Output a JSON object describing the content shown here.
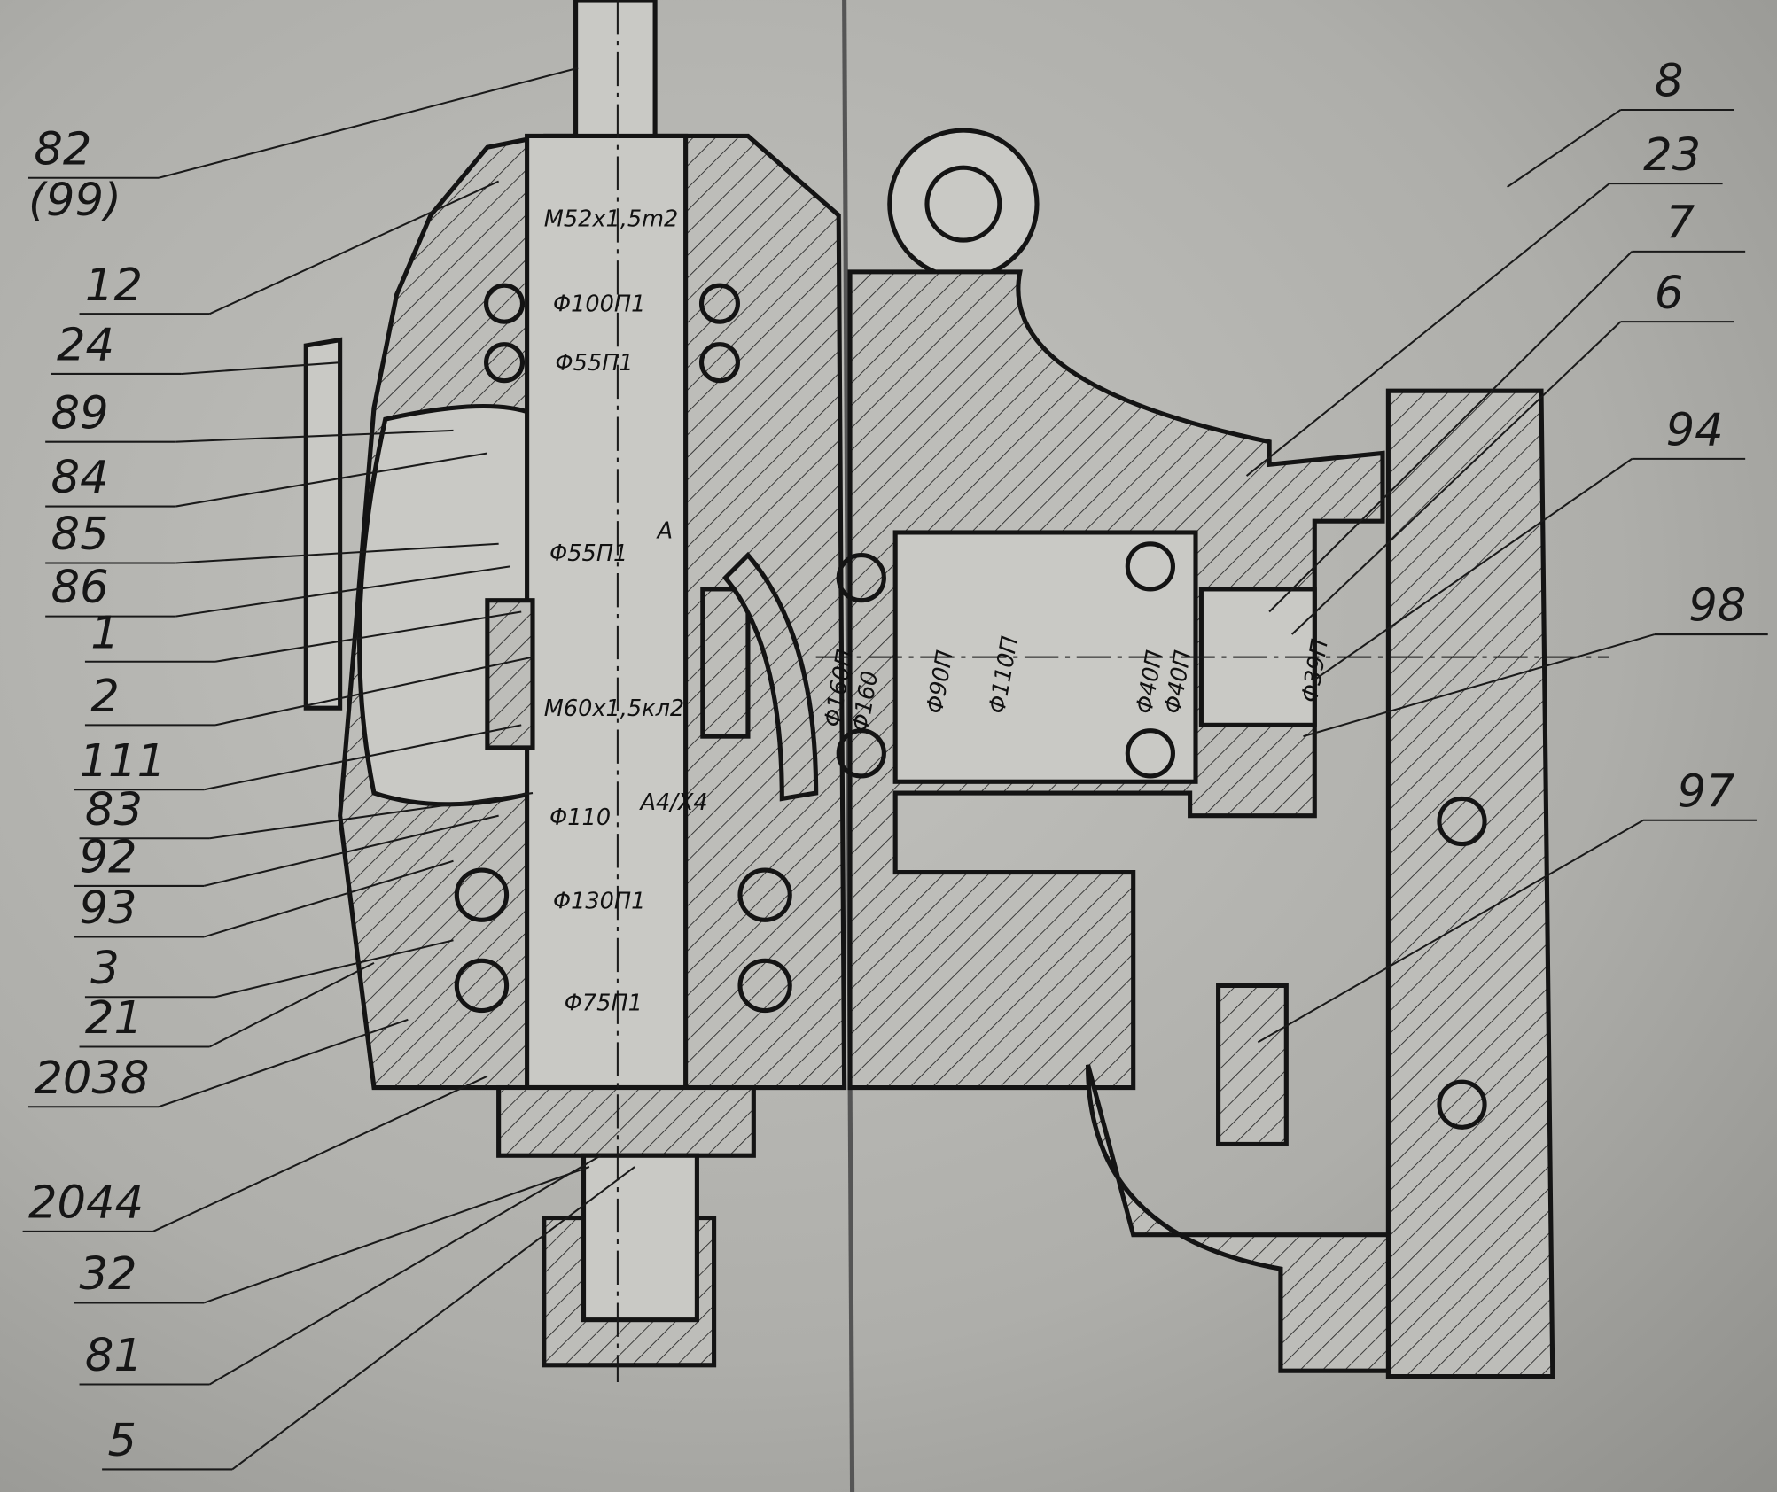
{
  "drawing": {
    "left_callouts": [
      "82",
      "(99)",
      "12",
      "24",
      "89",
      "84",
      "85",
      "86",
      "1",
      "2",
      "111",
      "83",
      "92",
      "93",
      "3",
      "21",
      "2038",
      "2044",
      "32",
      "81",
      "5"
    ],
    "right_callouts": [
      "8",
      "23",
      "7",
      "6",
      "94",
      "98",
      "97"
    ],
    "dimensions": {
      "thread_top": "M52x1,5m2",
      "d100": "Φ100П1",
      "d55a": "Φ55П1",
      "d55b": "Φ55П1",
      "d55b_fit": "A",
      "thread_mid": "M60x1,5кл2",
      "d110": "Φ110",
      "d110_fit": "A4/X4",
      "d130": "Φ130П1",
      "d75": "Φ75П1",
      "d160a": "Φ160П",
      "d160b": "Φ160",
      "d90": "Φ90П",
      "d110r": "Φ110П",
      "d40a": "Φ40П",
      "d40b": "Φ40П",
      "d39": "Φ39П"
    }
  }
}
